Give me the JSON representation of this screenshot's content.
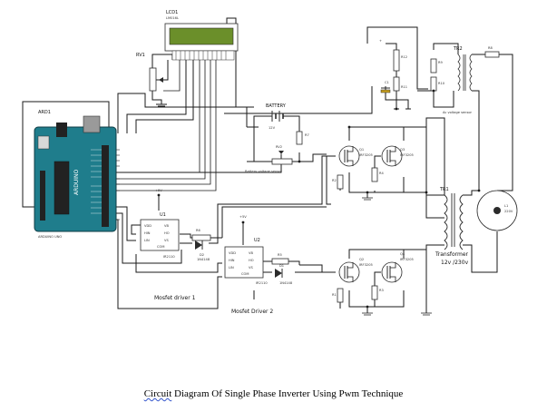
{
  "caption": {
    "first_word": "Circuit",
    "rest": " Diagram Of Single Phase Inverter Using Pwm Technique"
  },
  "labels": {
    "lcd": "LCD1",
    "lcd_part": "LM016L",
    "rv1": "RV1",
    "ard": "ARD1",
    "ard_part": "ARDUINO UNO",
    "ard_logo": "ARDUINO",
    "battery": "BATTERY",
    "battery_val": "12V",
    "rv2": "RV2",
    "r7": "R7",
    "batt_sensor": "Battery voltage sensor",
    "r12": "R12",
    "r11": "R11",
    "c1": "C1",
    "r9": "R9",
    "r10": "R10",
    "tr2": "TR2",
    "r8": "R8",
    "ac_sensor": "Ac voltage sensor",
    "q1": "Q1",
    "q3": "Q3",
    "q2": "Q2",
    "q4": "Q4",
    "mosfet_part": "IRF3205",
    "r2": "R2",
    "r4": "R4",
    "r1": "R1",
    "r3": "R3",
    "u1": "U1",
    "u2": "U2",
    "r6": "R6",
    "r5": "R5",
    "d2": "D2",
    "d1": "D1",
    "diode_part": "1N4148",
    "driver_part": "IR2110",
    "vcc": "+5V",
    "mosfet_driver_1": "Mosfet driver 1",
    "mosfet_driver_2": "Mosfet Driver 2",
    "tr1": "TR1",
    "transformer_1": "Transformer",
    "transformer_2": "12v /230v",
    "l1": "L1",
    "l1_val": "220V"
  }
}
